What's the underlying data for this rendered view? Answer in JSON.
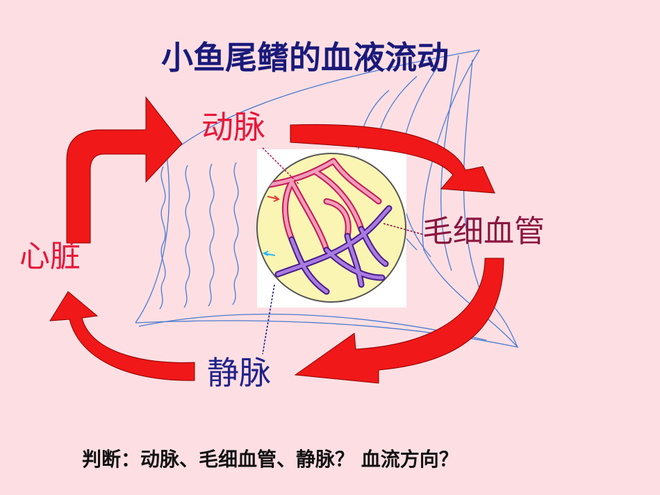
{
  "slide": {
    "title": "小鱼尾鳍的血液流动",
    "labels": {
      "artery": "动脉",
      "capillary": "毛细血管",
      "heart": "心脏",
      "vein": "静脉"
    },
    "question": "判断：动脉、毛细血管、静脉？   血流方向？"
  },
  "colors": {
    "background": "#fddfe3",
    "arrow": "#f01818",
    "title": "#1a1a7a",
    "artery_text": "#e8173a",
    "capillary_text": "#8a1640",
    "vein_text": "#22238a",
    "artery_vessel": "#e8336a",
    "vein_vessel": "#7b2fbf",
    "magnifier_fill": "#fbf5b3",
    "fin_outline": "#4a7ad0"
  },
  "icons": [
    "fish-tail-fin-icon",
    "magnified-blood-vessels-icon",
    "flow-arrow-icon"
  ]
}
